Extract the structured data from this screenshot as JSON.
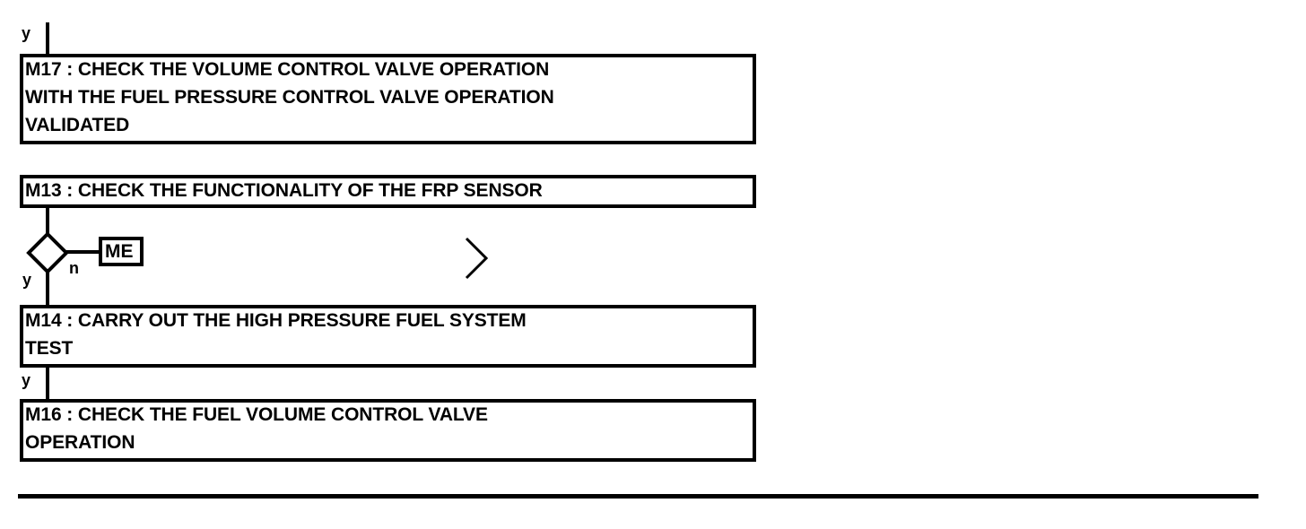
{
  "diagram": {
    "type": "flowchart",
    "title": "",
    "background_color": "#ffffff",
    "line_color": "#000000",
    "nodes": [
      {
        "id": "M17",
        "shape": "process",
        "text": "M17 : CHECK THE VOLUME CONTROL VALVE OPERATION\nWITH THE FUEL PRESSURE CONTROL VALVE OPERATION\nVALIDATED"
      },
      {
        "id": "M13",
        "shape": "process",
        "text": "M13 : CHECK THE FUNCTIONALITY OF THE FRP SENSOR"
      },
      {
        "id": "D1",
        "shape": "decision",
        "text": ""
      },
      {
        "id": "ME",
        "shape": "terminator",
        "text": "ME"
      },
      {
        "id": "M14",
        "shape": "process",
        "text": "M14 : CARRY OUT THE HIGH PRESSURE FUEL SYSTEM\nTEST"
      },
      {
        "id": "M16",
        "shape": "process",
        "text": "M16 : CHECK THE FUEL VOLUME CONTROL VALVE\nOPERATION"
      }
    ],
    "edge_labels": {
      "top_incoming": "y",
      "decision_yes": "y",
      "decision_no": "n",
      "m14_to_m16": "y"
    },
    "markers": {
      "chevron": ">"
    }
  }
}
